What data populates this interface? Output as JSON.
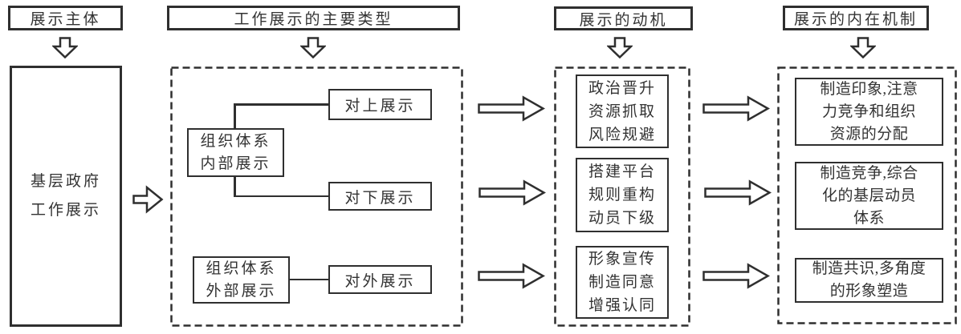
{
  "headers": {
    "subject": "展示主体",
    "types": "工作展示的主要类型",
    "motives": "展示的动机",
    "mechanisms": "展示的内在机制"
  },
  "subject": {
    "label": "基层政府\n工作展示"
  },
  "types": {
    "internal": "组织体系\n内部展示",
    "external": "组织体系\n外部展示",
    "upward": "对上展示",
    "downward": "对下展示",
    "outward": "对外展示"
  },
  "motives": [
    "政治晋升\n资源抓取\n风险规避",
    "搭建平台\n规则重构\n动员下级",
    "形象宣传\n制造同意\n增强认同"
  ],
  "mechanisms": [
    "制造印象,注意\n力竞争和组织\n资源的分配",
    "制造竞争,综合\n化的基层动员\n体系",
    "制造共识,多角度\n的形象塑造"
  ],
  "icons": {
    "down_arrow": "down-arrow",
    "right_arrow": "right-arrow"
  },
  "colors": {
    "line": "#2f2f2f",
    "text": "#333333",
    "background": "#ffffff"
  }
}
